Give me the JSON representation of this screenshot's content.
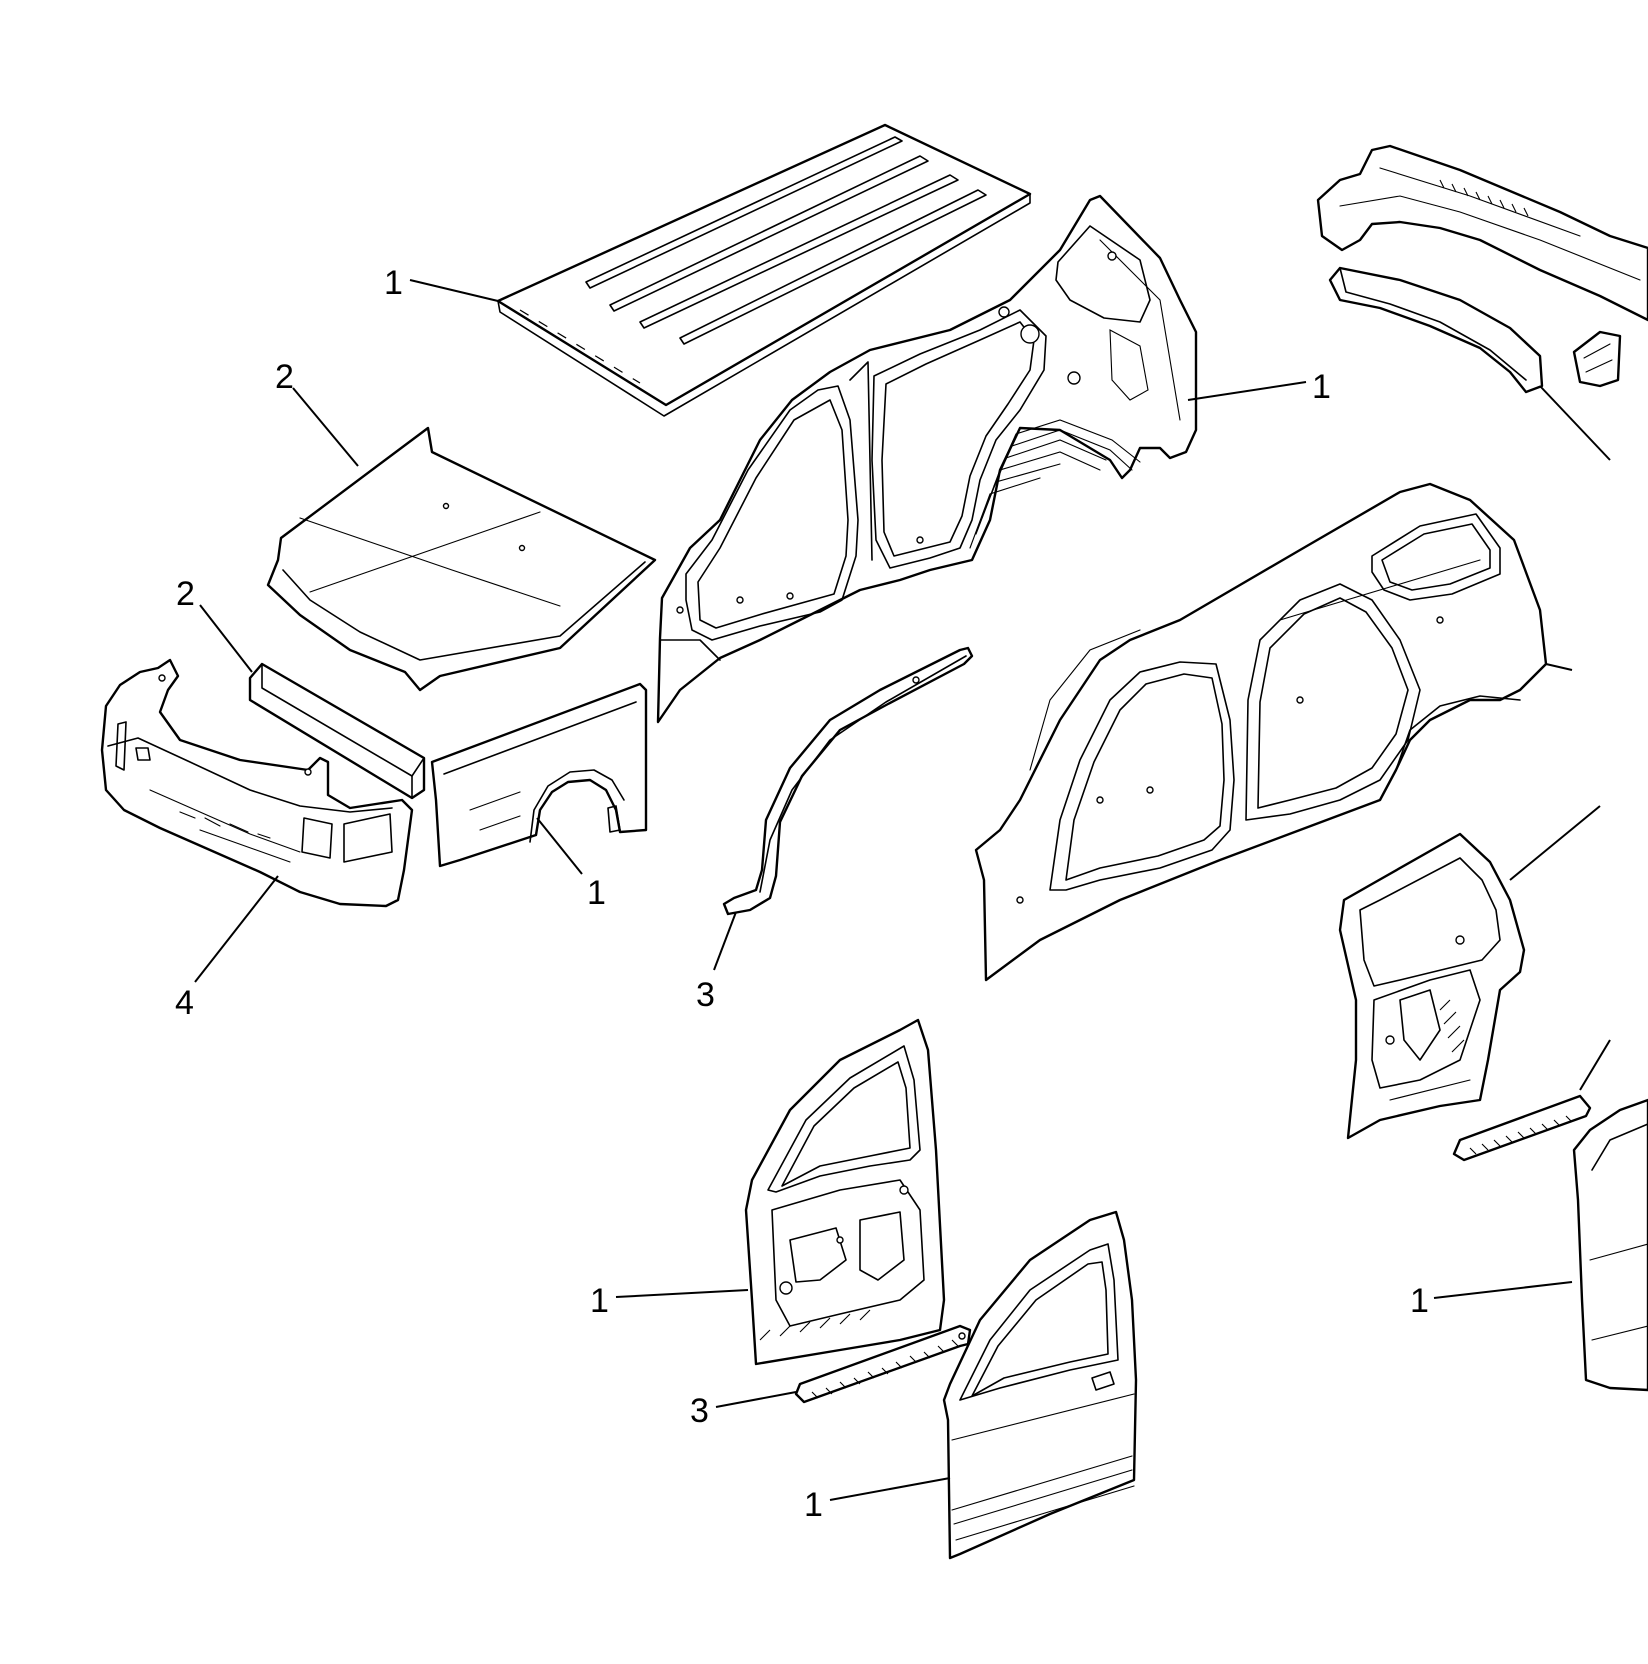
{
  "callouts": [
    {
      "id": "roof-panel",
      "text": "1"
    },
    {
      "id": "hood",
      "text": "2"
    },
    {
      "id": "front-bumper-reinforcement",
      "text": "2"
    },
    {
      "id": "front-fender",
      "text": "1"
    },
    {
      "id": "front-fascia",
      "text": "4"
    },
    {
      "id": "roof-rail",
      "text": "3"
    },
    {
      "id": "body-side-inner",
      "text": "1"
    },
    {
      "id": "front-door-inner",
      "text": "1"
    },
    {
      "id": "front-door-beam",
      "text": "3"
    },
    {
      "id": "front-door-outer",
      "text": "1"
    },
    {
      "id": "rear-door-outer",
      "text": "1"
    }
  ],
  "colors": {
    "line": "#000000",
    "background": "#ffffff"
  }
}
